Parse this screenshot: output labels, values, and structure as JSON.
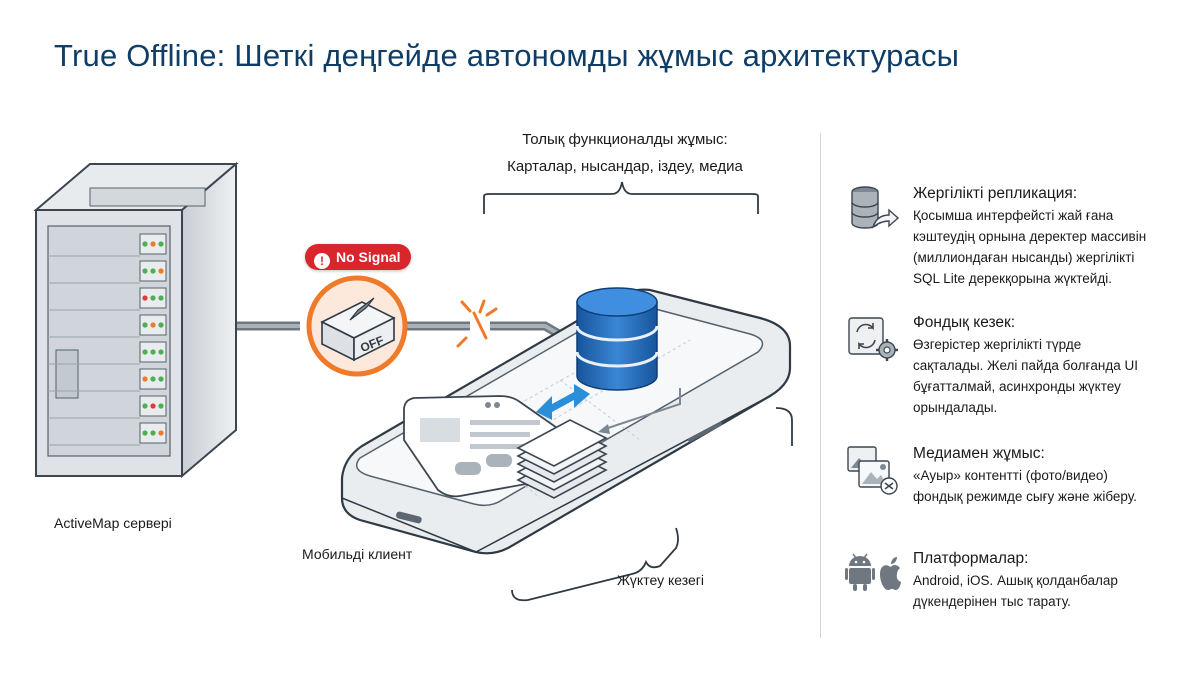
{
  "title": "True Offline: Шеткі деңгейде автономды жұмыс архитектурасы",
  "diagram": {
    "top_caption_line1": "Толық функционалды жұмыс:",
    "top_caption_line2": "Карталар, нысандар, іздеу, медиа",
    "server_label": "ActiveMap сервері",
    "client_label": "Мобильді клиент",
    "queue_label": "Жүктеу кезегі",
    "no_signal": "No Signal",
    "switch_text": "OFF"
  },
  "features": [
    {
      "icon": "database-replication-icon",
      "heading": "Жергілікті репликация:",
      "body": [
        "Қосымша интерфейсті жай ғана",
        "кэштеудің орнына деректер массивін",
        "(миллиондаған нысанды) жергілікті",
        "SQL Lite дерекқорына жүктейді."
      ]
    },
    {
      "icon": "background-sync-icon",
      "heading": "Фондық кезек:",
      "body": [
        "Өзгерістер жергілікті түрде",
        "сақталады. Желі пайда болғанда UI",
        "бұғатталмай, асинхронды жүктеу",
        "орындалады."
      ]
    },
    {
      "icon": "media-gallery-icon",
      "heading": "Медиамен жұмыс:",
      "body": [
        "«Ауыр» контентті (фото/видео)",
        "фондық режимде сығу және жіберу."
      ]
    },
    {
      "icon": "android-apple-icon",
      "heading": "Платформалар:",
      "body": [
        "Android, iOS. Ашық қолданбалар",
        "дүкендерінен тыс тарату."
      ]
    }
  ],
  "colors": {
    "title": "#0f3d66",
    "db_blue": "#1e63b0",
    "accent_orange": "#ee7a2a",
    "alert_red": "#d9262c",
    "sync_arrow": "#2a8fd8"
  }
}
